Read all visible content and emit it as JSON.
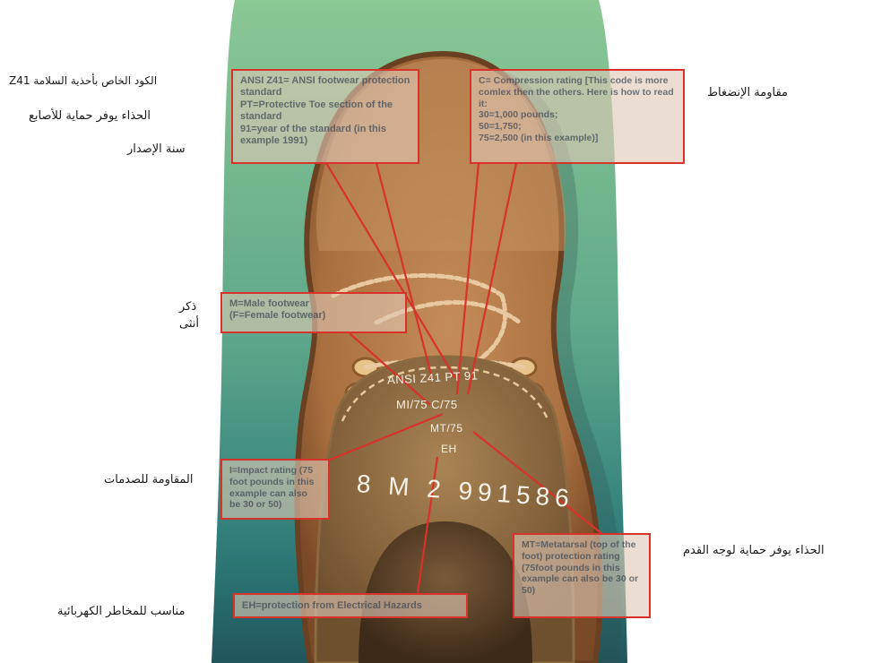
{
  "left_labels": {
    "code": "الكود الخاص بأحذية السلامة Z41",
    "toe": "الحذاء يوفر حماية للأصابع",
    "year": "سنة الإصدار",
    "male": "ذكر",
    "female": "أنثى",
    "impact": "المقاومة للصدمات",
    "electrical": "مناسب للمخاطر الكهربائية"
  },
  "right_labels": {
    "compression": "مقاومة الإنضغاط",
    "metatarsal": "الحذاء يوفر حماية لوجه القدم"
  },
  "boxes": {
    "ansi": {
      "line1": "ANSI Z41= ANSI footwear protection standard",
      "line2": "PT=Protective Toe section of the standard",
      "line3": "91=year of the standard (in this example 1991)"
    },
    "compression": {
      "line1": "C= Compression rating [This code is more comlex then the others. Here is how to read it:",
      "line2": "30=1,000 pounds;",
      "line3": "50=1,750;",
      "line4": "75=2,500 (in this example)]"
    },
    "gender": {
      "line1": "M=Male footwear",
      "line2": "(F=Female footwear)"
    },
    "impact": {
      "line1": "I=Impact rating (75 foot pounds in this example can also be 30 or 50)"
    },
    "metatarsal": {
      "line1": "MT=Metatarsal (top of the foot) protection rating (75foot pounds in this example can also be 30 or 50)"
    },
    "electrical": {
      "line1": "EH=protection from Electrical Hazards"
    }
  },
  "stamp": {
    "line1": "ANSI Z41 PT 91",
    "line2": "MI/75 C/75",
    "line3": "MT/75",
    "line4": "EH",
    "line5": "8 M 2 991586"
  },
  "colors": {
    "callout_line": "#d8322a",
    "boot_leather": "#b47a48",
    "background_green": "#7cbc88"
  }
}
